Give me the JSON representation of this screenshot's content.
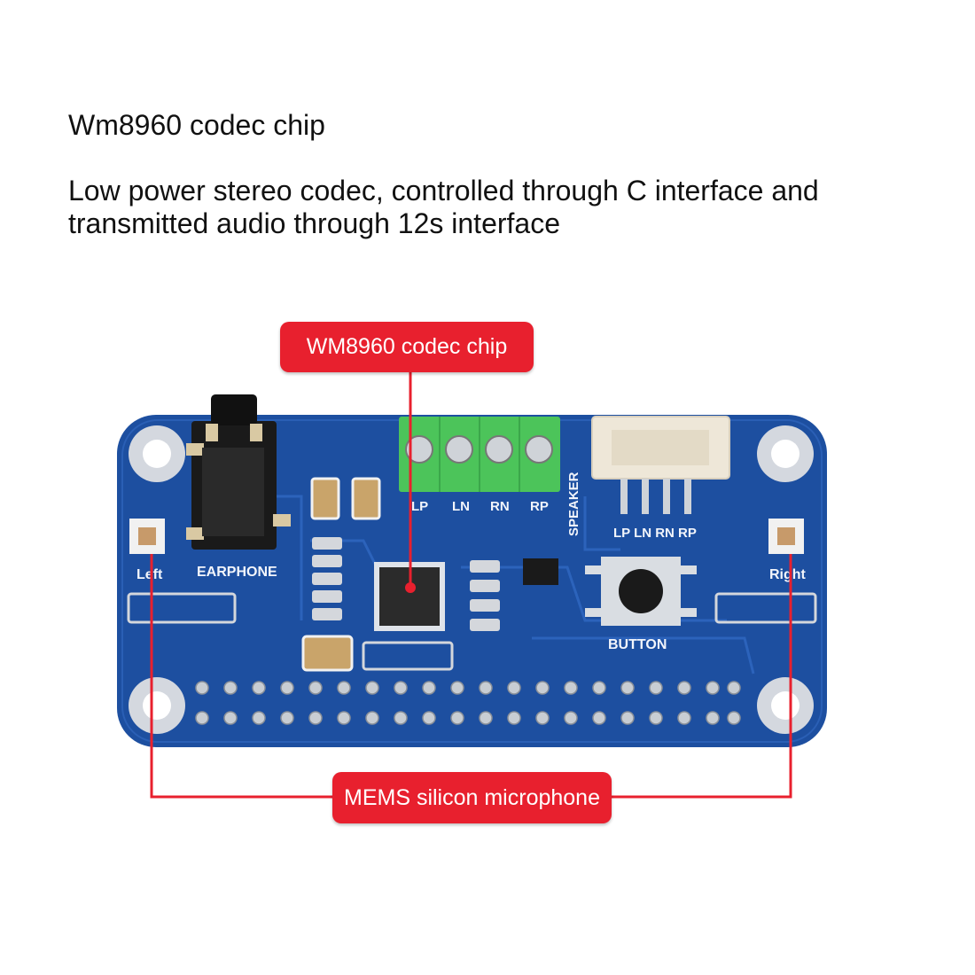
{
  "heading": "Wm8960 codec chip",
  "description": "Low power stereo codec, controlled through C interface and transmitted audio through 12s interface",
  "callouts": {
    "chip": "WM8960 codec chip",
    "microphone": "MEMS silicon microphone"
  },
  "board_labels": {
    "earphone": "EARPHONE",
    "left": "Left",
    "right": "Right",
    "speaker": "SPEAKER",
    "button": "BUTTON",
    "terminal_lp": "LP",
    "terminal_ln": "LN",
    "terminal_rn": "RN",
    "terminal_rp": "RP",
    "header_pins": "LP LN RN RP"
  },
  "colors": {
    "board": "#1d4fa0",
    "callout": "#e8202e",
    "terminal": "#4cc45a"
  }
}
